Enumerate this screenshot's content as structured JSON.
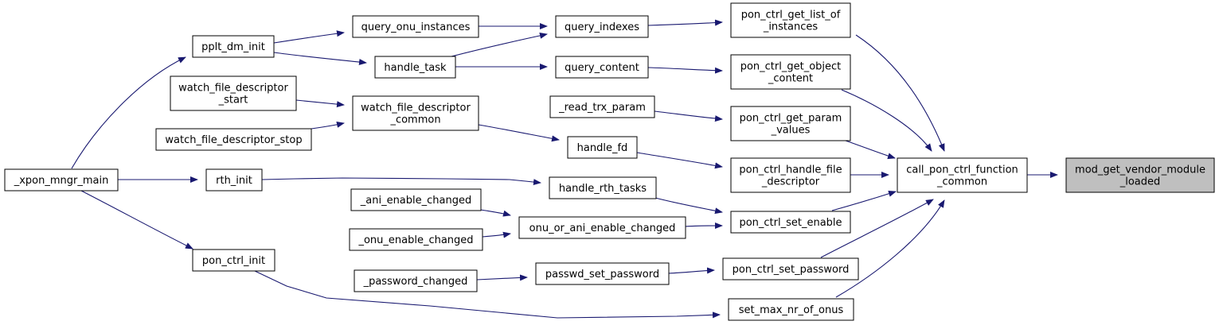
{
  "nodes": [
    {
      "id": "mod",
      "lines": [
        "mod_get_vendor_module",
        "_loaded"
      ],
      "highlight": true
    },
    {
      "id": "call",
      "lines": [
        "call_pon_ctrl_function",
        "_common"
      ]
    },
    {
      "id": "getlist",
      "lines": [
        "pon_ctrl_get_list_of",
        "_instances"
      ]
    },
    {
      "id": "getobj",
      "lines": [
        "pon_ctrl_get_object",
        "_content"
      ]
    },
    {
      "id": "getparam",
      "lines": [
        "pon_ctrl_get_param",
        "_values"
      ]
    },
    {
      "id": "handlefile",
      "lines": [
        "pon_ctrl_handle_file",
        "_descriptor"
      ]
    },
    {
      "id": "setenable",
      "lines": [
        "pon_ctrl_set_enable"
      ]
    },
    {
      "id": "setpass",
      "lines": [
        "pon_ctrl_set_password"
      ]
    },
    {
      "id": "setmax",
      "lines": [
        "set_max_nr_of_onus"
      ]
    },
    {
      "id": "qidx",
      "lines": [
        "query_indexes"
      ]
    },
    {
      "id": "qcontent",
      "lines": [
        "query_content"
      ]
    },
    {
      "id": "readtrx",
      "lines": [
        "_read_trx_param"
      ]
    },
    {
      "id": "handlefd",
      "lines": [
        "handle_fd"
      ]
    },
    {
      "id": "handlerth",
      "lines": [
        "handle_rth_tasks"
      ]
    },
    {
      "id": "onuorani",
      "lines": [
        "onu_or_ani_enable_changed"
      ]
    },
    {
      "id": "passwdset",
      "lines": [
        "passwd_set_password"
      ]
    },
    {
      "id": "qonu",
      "lines": [
        "query_onu_instances"
      ]
    },
    {
      "id": "htask",
      "lines": [
        "handle_task"
      ]
    },
    {
      "id": "watchcommon",
      "lines": [
        "watch_file_descriptor",
        "_common"
      ]
    },
    {
      "id": "rthinit",
      "lines": [
        "rth_init"
      ]
    },
    {
      "id": "aniech",
      "lines": [
        "_ani_enable_changed"
      ]
    },
    {
      "id": "onuech",
      "lines": [
        "_onu_enable_changed"
      ]
    },
    {
      "id": "pwch",
      "lines": [
        "_password_changed"
      ]
    },
    {
      "id": "ppltinit",
      "lines": [
        "pplt_dm_init"
      ]
    },
    {
      "id": "watchstart",
      "lines": [
        "watch_file_descriptor",
        "_start"
      ]
    },
    {
      "id": "watchstop",
      "lines": [
        "watch_file_descriptor_stop"
      ]
    },
    {
      "id": "poninit",
      "lines": [
        "pon_ctrl_init"
      ]
    },
    {
      "id": "xpon",
      "lines": [
        "_xpon_mngr_main"
      ]
    }
  ],
  "edges": [
    {
      "from": "call",
      "to": "mod"
    },
    {
      "from": "getlist",
      "to": "call"
    },
    {
      "from": "getobj",
      "to": "call"
    },
    {
      "from": "getparam",
      "to": "call"
    },
    {
      "from": "handlefile",
      "to": "call"
    },
    {
      "from": "setenable",
      "to": "call"
    },
    {
      "from": "setpass",
      "to": "call"
    },
    {
      "from": "setmax",
      "to": "call"
    },
    {
      "from": "qidx",
      "to": "getlist"
    },
    {
      "from": "qcontent",
      "to": "getobj"
    },
    {
      "from": "readtrx",
      "to": "getparam"
    },
    {
      "from": "handlefd",
      "to": "handlefile"
    },
    {
      "from": "handlerth",
      "to": "setenable"
    },
    {
      "from": "onuorani",
      "to": "setenable"
    },
    {
      "from": "passwdset",
      "to": "setpass"
    },
    {
      "from": "poninit",
      "to": "setmax"
    },
    {
      "from": "qonu",
      "to": "qidx"
    },
    {
      "from": "htask",
      "to": "qidx"
    },
    {
      "from": "htask",
      "to": "qcontent"
    },
    {
      "from": "watchcommon",
      "to": "handlefd"
    },
    {
      "from": "rthinit",
      "to": "handlerth"
    },
    {
      "from": "aniech",
      "to": "onuorani"
    },
    {
      "from": "onuech",
      "to": "onuorani"
    },
    {
      "from": "pwch",
      "to": "passwdset"
    },
    {
      "from": "ppltinit",
      "to": "qonu"
    },
    {
      "from": "ppltinit",
      "to": "htask"
    },
    {
      "from": "watchstart",
      "to": "watchcommon"
    },
    {
      "from": "watchstop",
      "to": "watchcommon"
    },
    {
      "from": "xpon",
      "to": "ppltinit"
    },
    {
      "from": "xpon",
      "to": "rthinit"
    },
    {
      "from": "xpon",
      "to": "poninit"
    }
  ],
  "colors": {
    "edge": "#191970",
    "highlight_fill": "#bfbfbf",
    "node_fill": "#ffffff"
  }
}
